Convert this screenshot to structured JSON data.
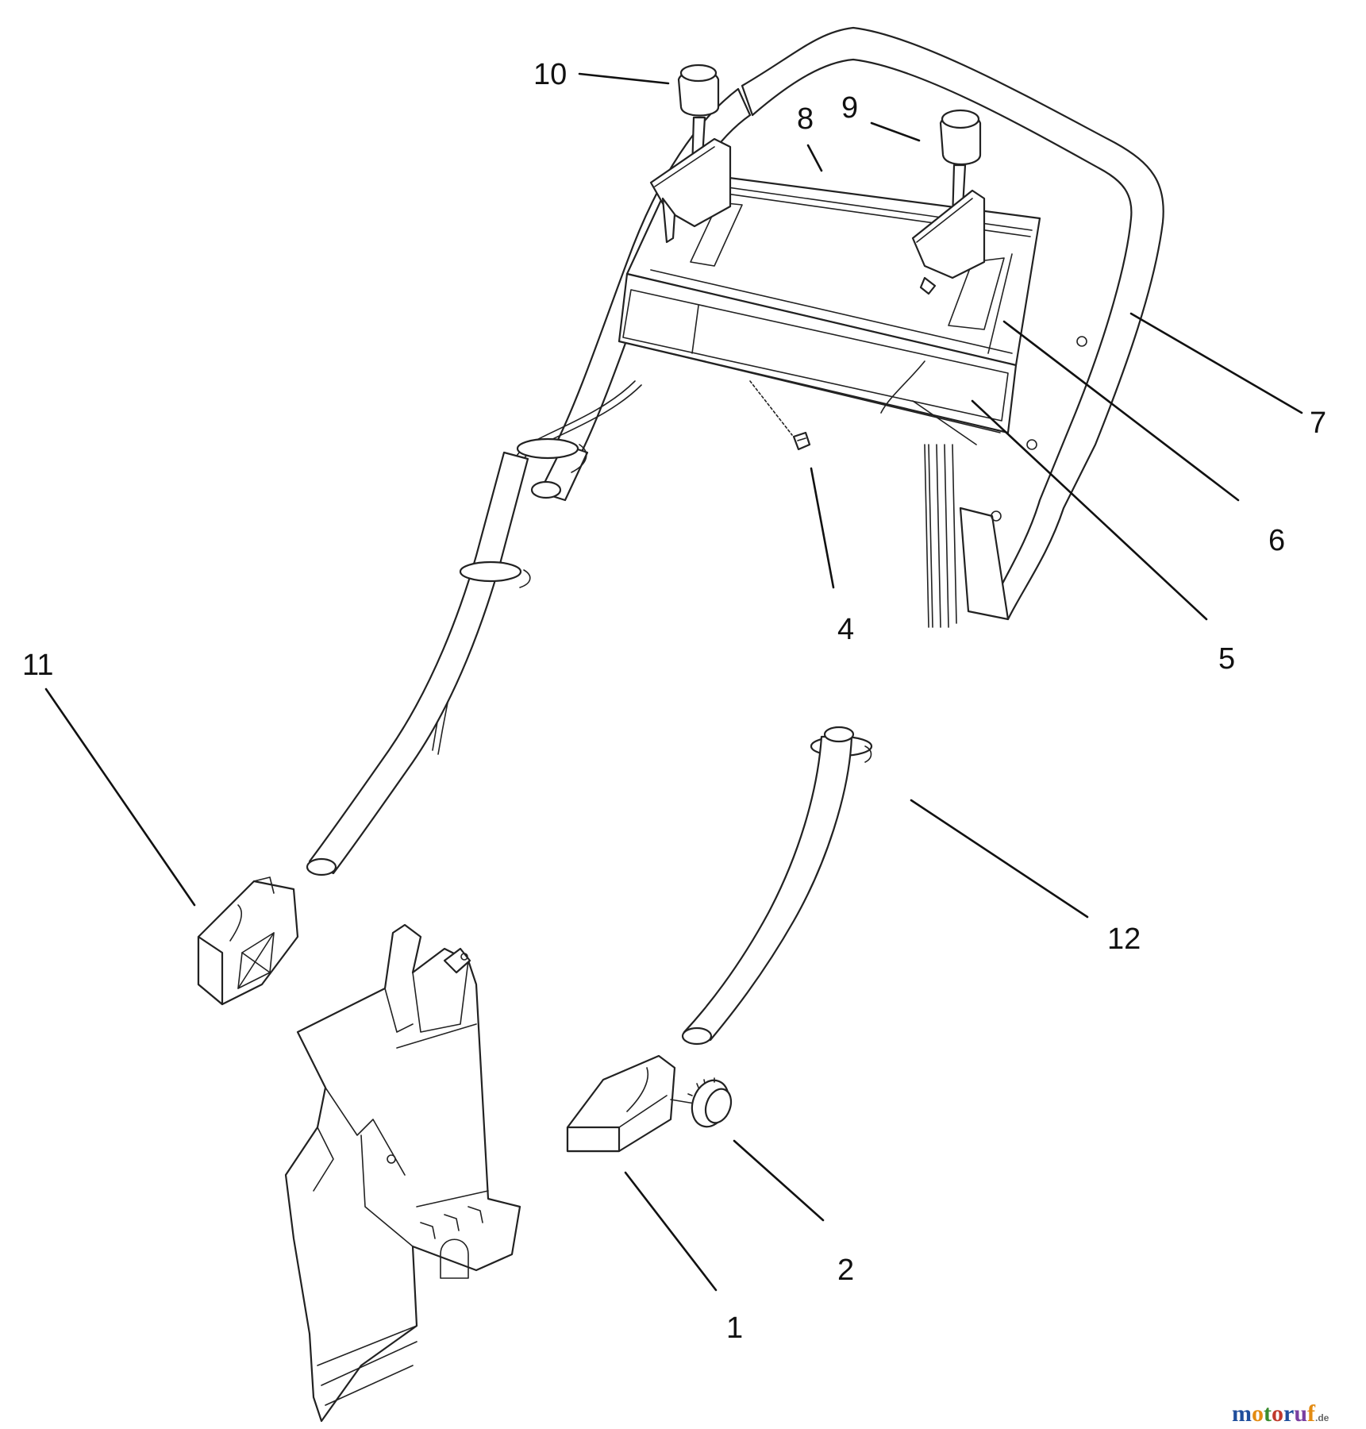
{
  "callouts": [
    {
      "id": "1",
      "label": "1"
    },
    {
      "id": "2",
      "label": "2"
    },
    {
      "id": "4",
      "label": "4"
    },
    {
      "id": "5",
      "label": "5"
    },
    {
      "id": "6",
      "label": "6"
    },
    {
      "id": "7",
      "label": "7"
    },
    {
      "id": "8",
      "label": "8"
    },
    {
      "id": "9",
      "label": "9"
    },
    {
      "id": "10",
      "label": "10"
    },
    {
      "id": "11",
      "label": "11"
    },
    {
      "id": "12",
      "label": "12"
    }
  ],
  "watermark": {
    "letters": [
      "m",
      "o",
      "t",
      "o",
      "r",
      "u",
      "f"
    ],
    "suffix": ".de",
    "colors": [
      "#1f4e9c",
      "#e38b12",
      "#3a8c2f",
      "#c0392b",
      "#1f4e9c",
      "#7a3fa0",
      "#e38b12"
    ]
  }
}
